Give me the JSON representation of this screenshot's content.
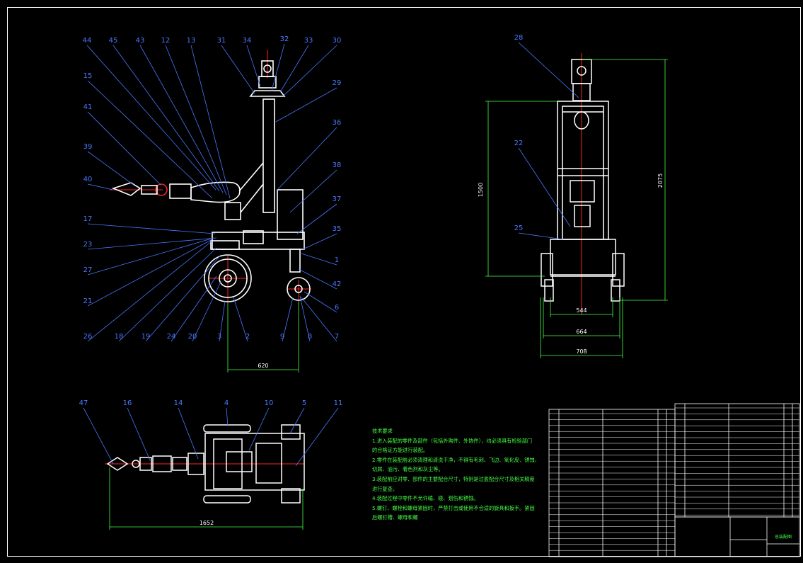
{
  "balloons_front": [
    {
      "label": "44"
    },
    {
      "label": "45"
    },
    {
      "label": "43"
    },
    {
      "label": "12"
    },
    {
      "label": "13"
    },
    {
      "label": "31"
    },
    {
      "label": "34"
    },
    {
      "label": "32"
    },
    {
      "label": "33"
    },
    {
      "label": "30"
    },
    {
      "label": "29"
    },
    {
      "label": "36"
    },
    {
      "label": "38"
    },
    {
      "label": "37"
    },
    {
      "label": "35"
    },
    {
      "label": "1"
    },
    {
      "label": "42"
    },
    {
      "label": "6"
    },
    {
      "label": "7"
    },
    {
      "label": "8"
    },
    {
      "label": "9"
    },
    {
      "label": "2"
    },
    {
      "label": "3"
    },
    {
      "label": "20"
    },
    {
      "label": "24"
    },
    {
      "label": "19"
    },
    {
      "label": "18"
    },
    {
      "label": "26"
    },
    {
      "label": "21"
    },
    {
      "label": "27"
    },
    {
      "label": "23"
    },
    {
      "label": "17"
    },
    {
      "label": "40"
    },
    {
      "label": "39"
    },
    {
      "label": "41"
    },
    {
      "label": "15"
    }
  ],
  "balloons_side": [
    {
      "label": "28"
    },
    {
      "label": "22"
    },
    {
      "label": "25"
    }
  ],
  "balloons_top": [
    {
      "label": "47"
    },
    {
      "label": "16"
    },
    {
      "label": "14"
    },
    {
      "label": "4"
    },
    {
      "label": "10"
    },
    {
      "label": "5"
    },
    {
      "label": "11"
    }
  ],
  "dimensions": {
    "front_wheelbase": "620",
    "side_height_frame": "1500",
    "side_height_total": "2075",
    "side_width_inner": "544",
    "side_width_mid": "664",
    "side_width_outer": "708",
    "top_length": "1652"
  },
  "tech_notes": {
    "title": "技术要求",
    "lines": [
      "1.进入装配的零件及部件（包括外购件、外协件），均必须具有检验部门",
      "的合格证方能进行装配。",
      "2.零件在装配前必须清理和清洗干净，不得有毛刺、飞边、氧化皮、锈蚀、",
      "切屑、油污、着色剂和灰尘等。",
      "3.装配前应对零、部件的主要配合尺寸，特别是过盈配合尺寸及相关精度",
      "进行复查。",
      "4.装配过程中零件不允许磕、碰、划伤和锈蚀。",
      "5.螺钉、螺栓和螺母紧固时，严禁打击或使用不合适的旋具和扳手。紧固",
      "后螺钉槽、螺母和螺"
    ]
  },
  "title_block": {
    "drawing_name": "总装配图"
  },
  "colors": {
    "background": "#000000",
    "outline": "#ffffff",
    "balloon": "#4a78ff",
    "dimension": "#44ff44",
    "centerline": "#ff2020",
    "leader": "#4a78ff"
  }
}
